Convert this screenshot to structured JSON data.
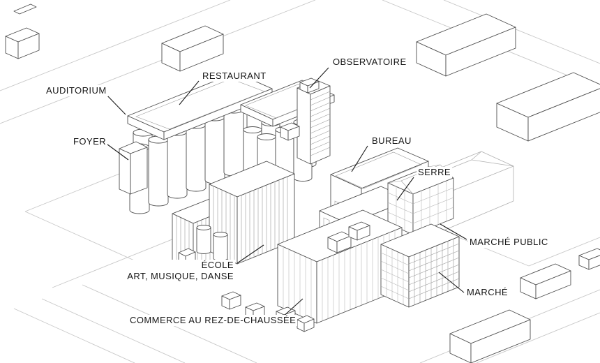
{
  "figure": {
    "type": "axonometric-architectural-diagram",
    "background_color": "#ffffff",
    "building_line_color": "#4d4d4d",
    "texture_line_color": "#9a9a9a",
    "street_line_color": "#c7c7c7",
    "leader_line_color": "#1c1c1c",
    "label_color": "#161616"
  },
  "labels": {
    "auditorium": "AUDITORIUM",
    "foyer": "FOYER",
    "restaurant": "RESTAURANT",
    "observatoire": "OBSERVATOIRE",
    "bureau": "BUREAU",
    "serre": "SERRE",
    "marche_public": "MARCHÉ PUBLIC",
    "marche": "MARCHÉ",
    "ecole_line1": "ÉCOLE",
    "ecole_line2": "ART, MUSIQUE, DANSE",
    "commerce": "COMMERCE AU REZ-DE-CHAUSSÉE"
  }
}
